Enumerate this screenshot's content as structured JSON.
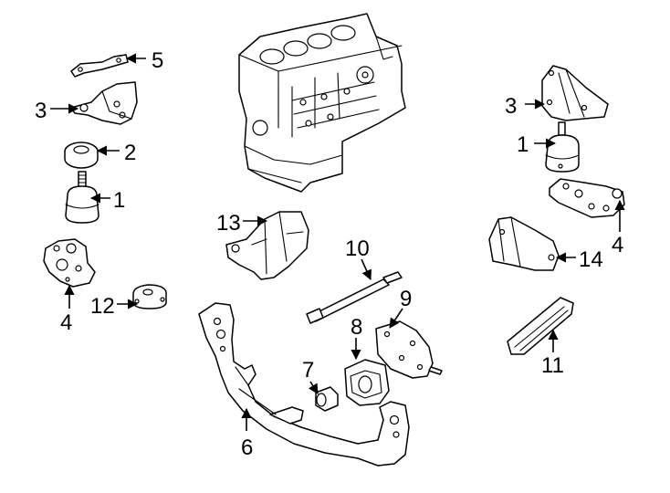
{
  "diagram": {
    "callouts": {
      "left_5": "5",
      "left_3": "3",
      "left_2": "2",
      "left_1": "1",
      "left_4": "4",
      "left_12": "12",
      "center_13": "13",
      "center_10": "10",
      "center_9": "9",
      "center_8": "8",
      "center_7": "7",
      "center_6": "6",
      "right_3": "3",
      "right_1": "1",
      "right_4": "4",
      "right_14": "14",
      "right_11": "11"
    }
  }
}
